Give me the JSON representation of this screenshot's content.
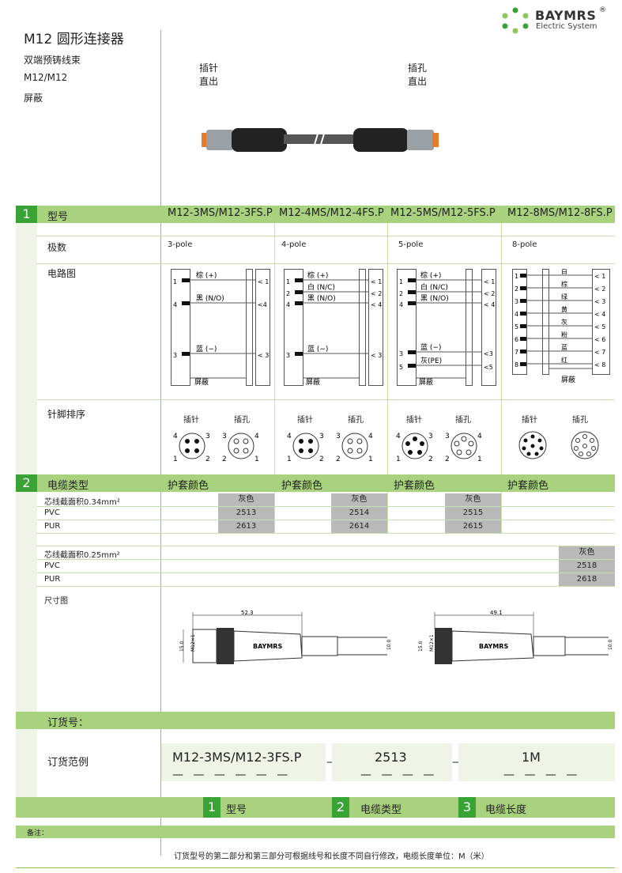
{
  "logo": {
    "brand": "BAYMRS",
    "reg": "®",
    "sub": "Electric System"
  },
  "header": {
    "title": "M12 圆形连接器",
    "lines": [
      "双端预铸线束",
      "M12/M12",
      "屏蔽"
    ],
    "col1": {
      "a": "插针",
      "b": "直出"
    },
    "col2": {
      "a": "插孔",
      "b": "直出"
    }
  },
  "section1": {
    "num": "1",
    "label": "型号",
    "models": [
      "M12-3MS/M12-3FS.P",
      "M12-4MS/M12-4FS.P",
      "M12-5MS/M12-5FS.P",
      "M12-8MS/M12-8FS.P"
    ],
    "poles_label": "极数",
    "poles": [
      "3-pole",
      "4-pole",
      "5-pole",
      "8-pole"
    ],
    "circuit_label": "电路图",
    "pinout_label": "针脚排序",
    "pin_male": "插针",
    "pin_female": "插孔",
    "shield": "屏蔽"
  },
  "circuits": {
    "c3": {
      "brown": "棕 (+)",
      "black": "黑 (N/O)",
      "blue": "蓝 (−)"
    },
    "c4": {
      "brown": "棕 (+)",
      "white": "白 (N/C)",
      "black": "黑 (N/O)",
      "blue": "蓝 (−)"
    },
    "c5": {
      "brown": "棕 (+)",
      "white": "白 (N/C)",
      "black": "黑 (N/O)",
      "blue": "蓝 (−)",
      "grey": "灰(PE)"
    },
    "c8": [
      "白",
      "棕",
      "绿",
      "黄",
      "灰",
      "粉",
      "蓝",
      "红"
    ]
  },
  "section2": {
    "num": "2",
    "label": "电缆类型",
    "jacket": "护套颜色",
    "row_034": "芯线截面积0.34mm²",
    "row_025": "芯线截面积0.25mm²",
    "pvc": "PVC",
    "pur": "PUR",
    "grey": "灰色",
    "codes034": [
      {
        "pvc": "2513",
        "pur": "2613"
      },
      {
        "pvc": "2514",
        "pur": "2614"
      },
      {
        "pvc": "2515",
        "pur": "2615"
      }
    ],
    "codes025": {
      "pvc": "2518",
      "pur": "2618"
    },
    "dim_label": "尺寸图",
    "dim1": {
      "len": "52.3",
      "d1": "15.0",
      "d2": "M12×1",
      "d3": "10.0",
      "brand": "BAYMRS"
    },
    "dim2": {
      "len": "49.1",
      "d1": "15.0",
      "d2": "M12×1",
      "d3": "10.0",
      "brand": "BAYMRS"
    }
  },
  "order": {
    "title": "订货号：",
    "example_label": "订货范例",
    "model": "M12-3MS/M12-3FS.P",
    "cable": "2513",
    "length": "1M",
    "legend": [
      {
        "n": "1",
        "t": "型号"
      },
      {
        "n": "2",
        "t": "电缆类型"
      },
      {
        "n": "3",
        "t": "电缆长度"
      }
    ]
  },
  "note": {
    "label": "备注：",
    "text": "订货型号的第二部分和第三部分可根据线号和长度不同自行修改，电缆长度单位：M（米）"
  },
  "colors": {
    "green": "#a8d27d",
    "dark_green": "#3aa335",
    "grey": "#b9b9b9"
  }
}
